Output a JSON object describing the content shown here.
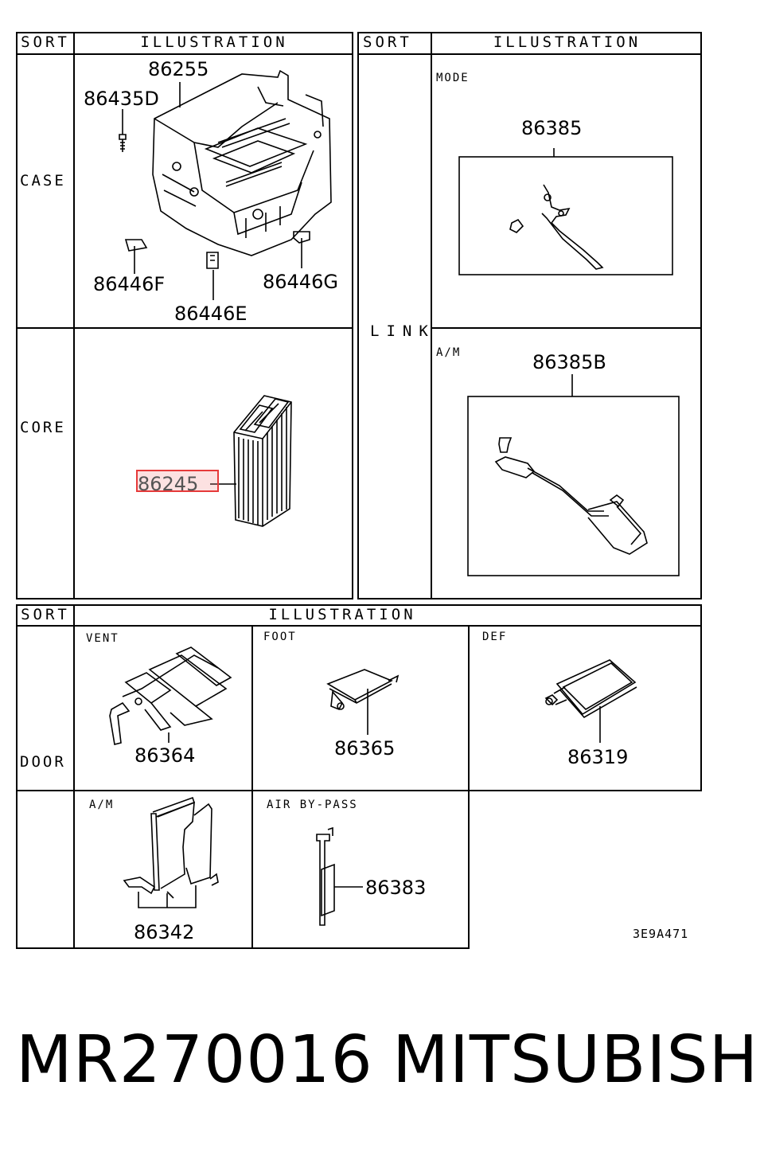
{
  "headers": {
    "sort": "SORT",
    "illustration": "ILLUSTRATION"
  },
  "sorts": {
    "case": "CASE",
    "core": "CORE",
    "link": "LINK",
    "door": "DOOR"
  },
  "subs": {
    "mode": "MODE",
    "am_link": "A/M",
    "vent": "VENT",
    "foot": "FOOT",
    "def": "DEF",
    "am_door": "A/M",
    "air_bypass": "AIR BY-PASS"
  },
  "parts": {
    "p86255": "86255",
    "p86435D": "86435D",
    "p86446F": "86446F",
    "p86446G": "86446G",
    "p86446E": "86446E",
    "p86245": "86245",
    "p86385": "86385",
    "p86385B": "86385B",
    "p86364": "86364",
    "p86365": "86365",
    "p86319": "86319",
    "p86342": "86342",
    "p86383": "86383"
  },
  "reference_code": "3E9A471",
  "footer": {
    "part_number": "MR270016",
    "brand": "MITSUBISHI"
  },
  "colors": {
    "highlight": "#e63a3a",
    "line": "#000000"
  }
}
